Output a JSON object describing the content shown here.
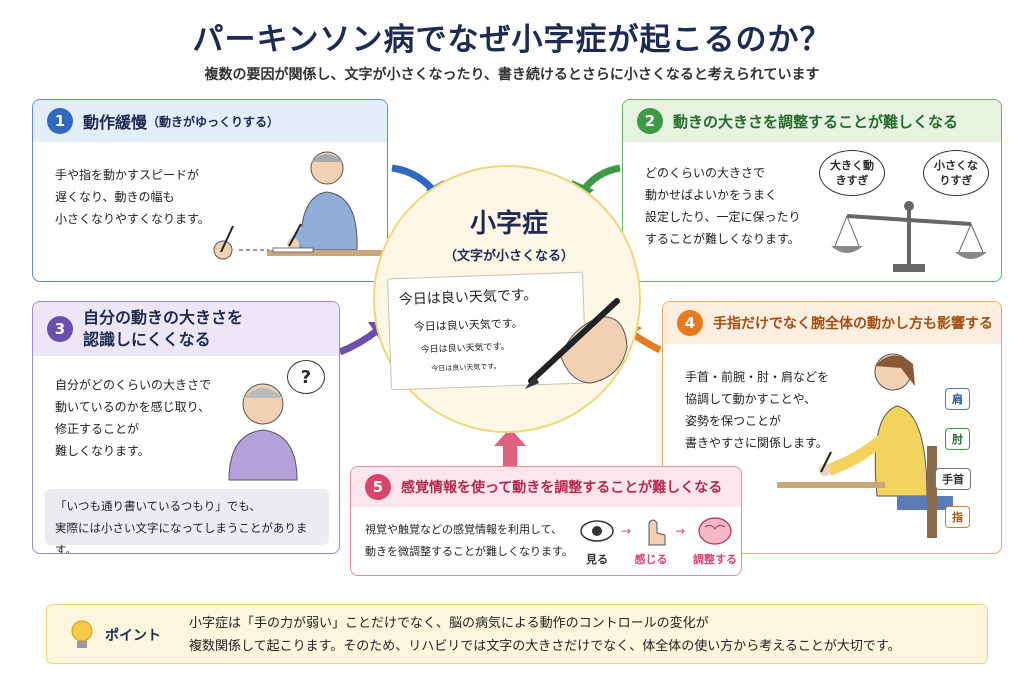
{
  "title": "パーキンソン病でなぜ小字症が起こるのか？",
  "subtitle": "複数の要因が関係し、文字が小さくなったり、書き続けるとさらに小さくなると考えられています",
  "center": {
    "title": "小字症",
    "subtitle": "（文字が小さくなる）",
    "lines": [
      "今日は良い天気です。",
      "今日は良い天気です。",
      "今日は良い天気です。",
      "今日は良い天気です。"
    ]
  },
  "cards": [
    {
      "number": "1",
      "title": "動作緩慢",
      "title_note": "（動きがゆっくりする）",
      "body": [
        "手や指を動かすスピードが",
        "遅くなり、動きの幅も",
        "小さくなりやすくなります。"
      ]
    },
    {
      "number": "2",
      "title": "動きの大きさを調整することが難しくなる",
      "body": [
        "どのくらいの大きさで",
        "動かせばよいかをうまく",
        "設定したり、一定に保ったり",
        "することが難しくなります。"
      ],
      "bubbles": [
        "大きく動きすぎ",
        "小さくなりすぎ"
      ]
    },
    {
      "number": "3",
      "title_lines": [
        "自分の動きの大きさを",
        "認識しにくくなる"
      ],
      "body": [
        "自分がどのくらいの大きさで",
        "動いているのかを感じ取り、",
        "修正することが",
        "難しくなります。"
      ],
      "bubble": "?",
      "note": [
        "「いつも通り書いているつもり」でも、",
        "実際には小さい文字になってしまうことがあります。"
      ]
    },
    {
      "number": "4",
      "title": "手指だけでなく腕全体の動かし方も影響する",
      "body": [
        "手首・前腕・肘・肩などを",
        "協調して動かすことや、",
        "姿勢を保つことが",
        "書きやすさに関係します。"
      ],
      "tags": [
        "肩",
        "肘",
        "手首",
        "指"
      ]
    },
    {
      "number": "5",
      "title": "感覚情報を使って動きを調整することが難しくなる",
      "body": [
        "視覚や触覚などの感覚情報を利用して、",
        "動きを微調整することが難しくなります。"
      ],
      "steps": [
        "見る",
        "感じる",
        "調整する"
      ]
    }
  ],
  "point": {
    "label": "ポイント",
    "lines": [
      "小字症は「手の力が弱い」ことだけでなく、脳の病気による動作のコントロールの変化が",
      "複数関係して起こります。そのため、リハビリでは文字の大きさだけでなく、体全体の使い方から考えることが大切です。"
    ]
  },
  "colors": {
    "blue": "#2f67c1",
    "green": "#3d9a45",
    "purple": "#6b4fb0",
    "orange": "#e67a1f",
    "pink": "#d7456d",
    "navy": "#1f2a52"
  }
}
